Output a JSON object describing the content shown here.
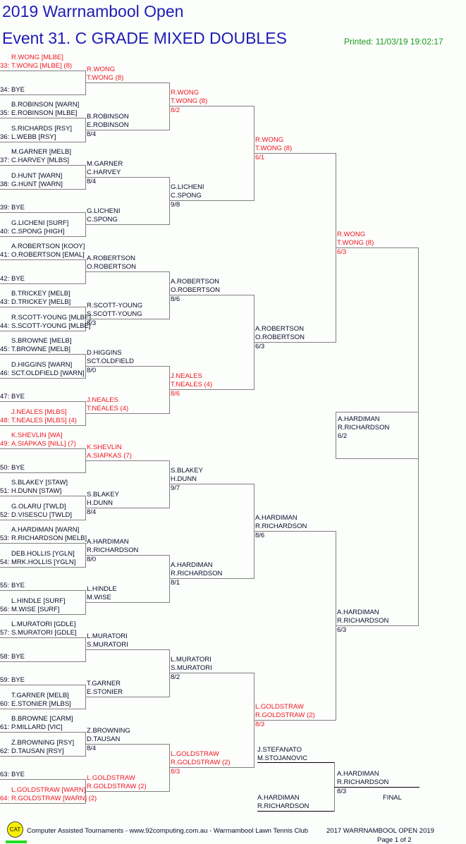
{
  "header": {
    "title": "2019 Warrnambool Open",
    "event": "Event 31. C GRADE MIXED DOUBLES",
    "printed": "Printed: 11/03/19 19:02:17"
  },
  "colors": {
    "seeded": "#f0141e",
    "text": "#0a0a28",
    "title": "#1c1cb4",
    "printed": "#1a9a1a"
  },
  "draw": {
    "entries": [
      {
        "num": "33:",
        "p1": "R.WONG [MLBE]",
        "p2": "T.WONG [MLBE] (8)",
        "red": true
      },
      {
        "num": "34:",
        "bye": "BYE"
      },
      {
        "num": "35:",
        "p1": "B.ROBINSON [WARN]",
        "p2": "E.ROBINSON [MLBE]"
      },
      {
        "num": "36:",
        "p1": "S.RICHARDS [RSY]",
        "p2": "L.WEBB [RSY]"
      },
      {
        "num": "37:",
        "p1": "M.GARNER [MELB]",
        "p2": "C.HARVEY [MLBS]"
      },
      {
        "num": "38:",
        "p1": "D.HUNT [WARN]",
        "p2": "G.HUNT [WARN]"
      },
      {
        "num": "39:",
        "bye": "BYE"
      },
      {
        "num": "40:",
        "p1": "G.LICHENI [SURF]",
        "p2": "C.SPONG [HIGH]"
      },
      {
        "num": "41:",
        "p1": "A.ROBERTSON [KOOY]",
        "p2": "O.ROBERTSON [EMAL]"
      },
      {
        "num": "42:",
        "bye": "BYE"
      },
      {
        "num": "43:",
        "p1": "B.TRICKEY [MELB]",
        "p2": "D.TRICKEY [MELB]"
      },
      {
        "num": "44:",
        "p1": "R.SCOTT-YOUNG [MLBE]",
        "p2": "S.SCOTT-YOUNG [MLBE]"
      },
      {
        "num": "45:",
        "p1": "S.BROWNE [MELB]",
        "p2": "T.BROWNE [MELB]"
      },
      {
        "num": "46:",
        "p1": "D.HIGGINS [WARN]",
        "p2": "SCT.OLDFIELD [WARN]"
      },
      {
        "num": "47:",
        "bye": "BYE"
      },
      {
        "num": "48:",
        "p1": "J.NEALES [MLBS]",
        "p2": "T.NEALES [MLBS] (4)",
        "red": true
      },
      {
        "num": "49:",
        "p1": "K.SHEVLIN [WA]",
        "p2": "A.SIAPKAS [NILL] (7)",
        "red": true
      },
      {
        "num": "50:",
        "bye": "BYE"
      },
      {
        "num": "51:",
        "p1": "S.BLAKEY [STAW]",
        "p2": "H.DUNN [STAW]"
      },
      {
        "num": "52:",
        "p1": "G.OLARU [TWLD]",
        "p2": "D.VISESCU [TWLD]"
      },
      {
        "num": "53:",
        "p1": "A.HARDIMAN [WARN]",
        "p2": "R.RICHARDSON [MELB]"
      },
      {
        "num": "54:",
        "p1": "DEB.HOLLIS [YGLN]",
        "p2": "MRK.HOLLIS [YGLN]"
      },
      {
        "num": "55:",
        "bye": "BYE"
      },
      {
        "num": "56:",
        "p1": "L.HINDLE [SURF]",
        "p2": "M.WISE [SURF]"
      },
      {
        "num": "57:",
        "p1": "L.MURATORI [GDLE]",
        "p2": "S.MURATORI [GDLE]"
      },
      {
        "num": "58:",
        "bye": "BYE"
      },
      {
        "num": "59:",
        "bye": "BYE"
      },
      {
        "num": "60:",
        "p1": "T.GARNER [MELB]",
        "p2": "E.STONIER [MLBS]"
      },
      {
        "num": "61:",
        "p1": "B.BROWNE [CARM]",
        "p2": "P.MILLARD [VIC]"
      },
      {
        "num": "62:",
        "p1": "Z.BROWNING [RSY]",
        "p2": "D.TAUSAN [RSY]"
      },
      {
        "num": "63:",
        "bye": "BYE"
      },
      {
        "num": "64:",
        "p1": "L.GOLDSTRAW [WARN]",
        "p2": "R.GOLDSTRAW [WARN] (2)",
        "red": true
      }
    ],
    "rounds": [
      [
        {
          "p1": "R.WONG",
          "p2": "T.WONG (8)",
          "red": true
        },
        {
          "p1": "B.ROBINSON",
          "p2": "E.ROBINSON",
          "score": "8/4"
        },
        {
          "p1": "M.GARNER",
          "p2": "C.HARVEY",
          "score": "8/4"
        },
        {
          "p1": "G.LICHENI",
          "p2": "C.SPONG"
        },
        {
          "p1": "A.ROBERTSON",
          "p2": "O.ROBERTSON"
        },
        {
          "p1": "R.SCOTT-YOUNG",
          "p2": "S.SCOTT-YOUNG",
          "score": "8/3"
        },
        {
          "p1": "D.HIGGINS",
          "p2": "SCT.OLDFIELD",
          "score": "8/0"
        },
        {
          "p1": "J.NEALES",
          "p2": "T.NEALES (4)",
          "red": true
        },
        {
          "p1": "K.SHEVLIN",
          "p2": "A.SIAPKAS (7)",
          "red": true
        },
        {
          "p1": "S.BLAKEY",
          "p2": "H.DUNN",
          "score": "8/4"
        },
        {
          "p1": "A.HARDIMAN",
          "p2": "R.RICHARDSON",
          "score": "8/0"
        },
        {
          "p1": "L.HINDLE",
          "p2": "M.WISE"
        },
        {
          "p1": "L.MURATORI",
          "p2": "S.MURATORI"
        },
        {
          "p1": "T.GARNER",
          "p2": "E.STONIER"
        },
        {
          "p1": "Z.BROWNING",
          "p2": "D.TAUSAN",
          "score": "8/4"
        },
        {
          "p1": "L.GOLDSTRAW",
          "p2": "R.GOLDSTRAW (2)",
          "red": true
        }
      ],
      [
        {
          "p1": "R.WONG",
          "p2": "T.WONG (8)",
          "score": "8/2",
          "red": true
        },
        {
          "p1": "G.LICHENI",
          "p2": "C.SPONG",
          "score": "9/8"
        },
        {
          "p1": "A.ROBERTSON",
          "p2": "O.ROBERTSON",
          "score": "8/6"
        },
        {
          "p1": "J.NEALES",
          "p2": "T.NEALES (4)",
          "score": "8/6",
          "red": true
        },
        {
          "p1": "S.BLAKEY",
          "p2": "H.DUNN",
          "score": "9/7"
        },
        {
          "p1": "A.HARDIMAN",
          "p2": "R.RICHARDSON",
          "score": "8/1"
        },
        {
          "p1": "L.MURATORI",
          "p2": "S.MURATORI",
          "score": "8/2"
        },
        {
          "p1": "L.GOLDSTRAW",
          "p2": "R.GOLDSTRAW (2)",
          "score": "8/3",
          "red": true
        }
      ],
      [
        {
          "p1": "R.WONG",
          "p2": "T.WONG (8)",
          "score": "6/1",
          "red": true
        },
        {
          "p1": "A.ROBERTSON",
          "p2": "O.ROBERTSON",
          "score": "6/3"
        },
        {
          "p1": "A.HARDIMAN",
          "p2": "R.RICHARDSON",
          "score": "8/6"
        },
        {
          "p1": "L.GOLDSTRAW",
          "p2": "R.GOLDSTRAW (2)",
          "score": "8/3",
          "red": true
        }
      ],
      [
        {
          "p1": "R.WONG",
          "p2": "T.WONG (8)",
          "score": "6/3",
          "red": true
        },
        {
          "p1": "A.HARDIMAN",
          "p2": "R.RICHARDSON",
          "score": "6/3"
        }
      ],
      [
        {
          "p1": "A.HARDIMAN",
          "p2": "R.RICHARDSON",
          "score": "6/2"
        }
      ]
    ],
    "final": {
      "top": {
        "p1": "J.STEFANATO",
        "p2": "M.STOJANOVIC"
      },
      "bottom": {
        "p1": "A.HARDIMAN",
        "p2": "R.RICHARDSON"
      },
      "winner": {
        "p1": "A.HARDIMAN",
        "p2": "R.RICHARDSON",
        "score": "8/3"
      },
      "label": "FINAL"
    }
  },
  "footer": {
    "logo": "CAT",
    "credit": "Computer Assisted Tournaments - www.92computing.com.au -  Warrnambool Lawn Tennis Club",
    "tournament": "2017 WARRNAMBOOL OPEN 2019",
    "page": "Page 1 of 2"
  }
}
